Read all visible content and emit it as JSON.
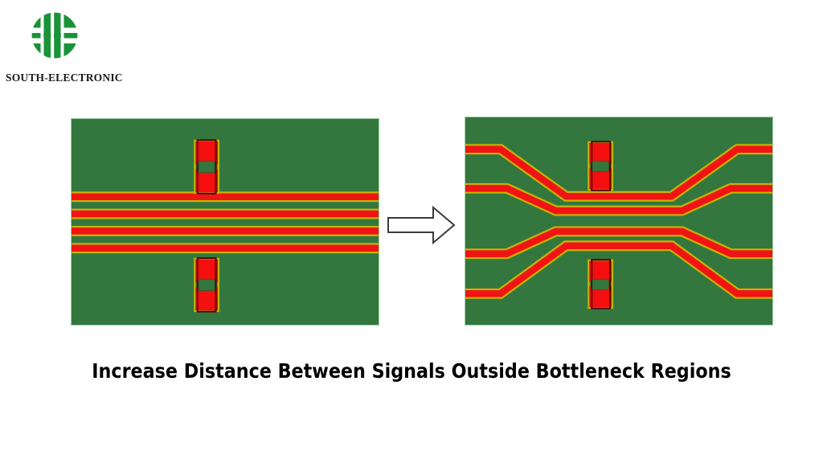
{
  "brand": {
    "name": "SOUTH-ELECTRONIC",
    "logo_icon": "south-electronic-circle-logo",
    "logo_color": "#1a9338"
  },
  "caption": {
    "text": "Increase Distance Between Signals Outside Bottleneck Regions"
  },
  "arrow": {
    "icon": "right-arrow-icon",
    "direction": "right",
    "stroke_color": "#3a3a3a",
    "fill_color": "#ffffff"
  },
  "colors": {
    "board_substrate": "#34773e",
    "copper_trace": "#f01414",
    "trace_outline": "#c8b400",
    "solder_mask_edge": "#9fcfa3",
    "pad_fill": "#f50f0f",
    "pad_outline": "#5a0a0a",
    "background": "#ffffff"
  },
  "boards": [
    {
      "id": "board-left",
      "label": "pcb-before-routing",
      "caption_role": "before",
      "trace_count": 4,
      "trace_style": "straight-parallel-tight",
      "components": [
        {
          "name": "component-footprint-top",
          "pads": 2,
          "orientation": "vertical"
        },
        {
          "name": "component-footprint-bottom",
          "pads": 2,
          "orientation": "vertical"
        }
      ]
    },
    {
      "id": "board-right",
      "label": "pcb-after-routing",
      "caption_role": "after",
      "trace_count": 4,
      "trace_style": "fanned-out-bottleneck",
      "components": [
        {
          "name": "component-footprint-top",
          "pads": 2,
          "orientation": "vertical"
        },
        {
          "name": "component-footprint-bottom",
          "pads": 2,
          "orientation": "vertical"
        }
      ]
    }
  ]
}
